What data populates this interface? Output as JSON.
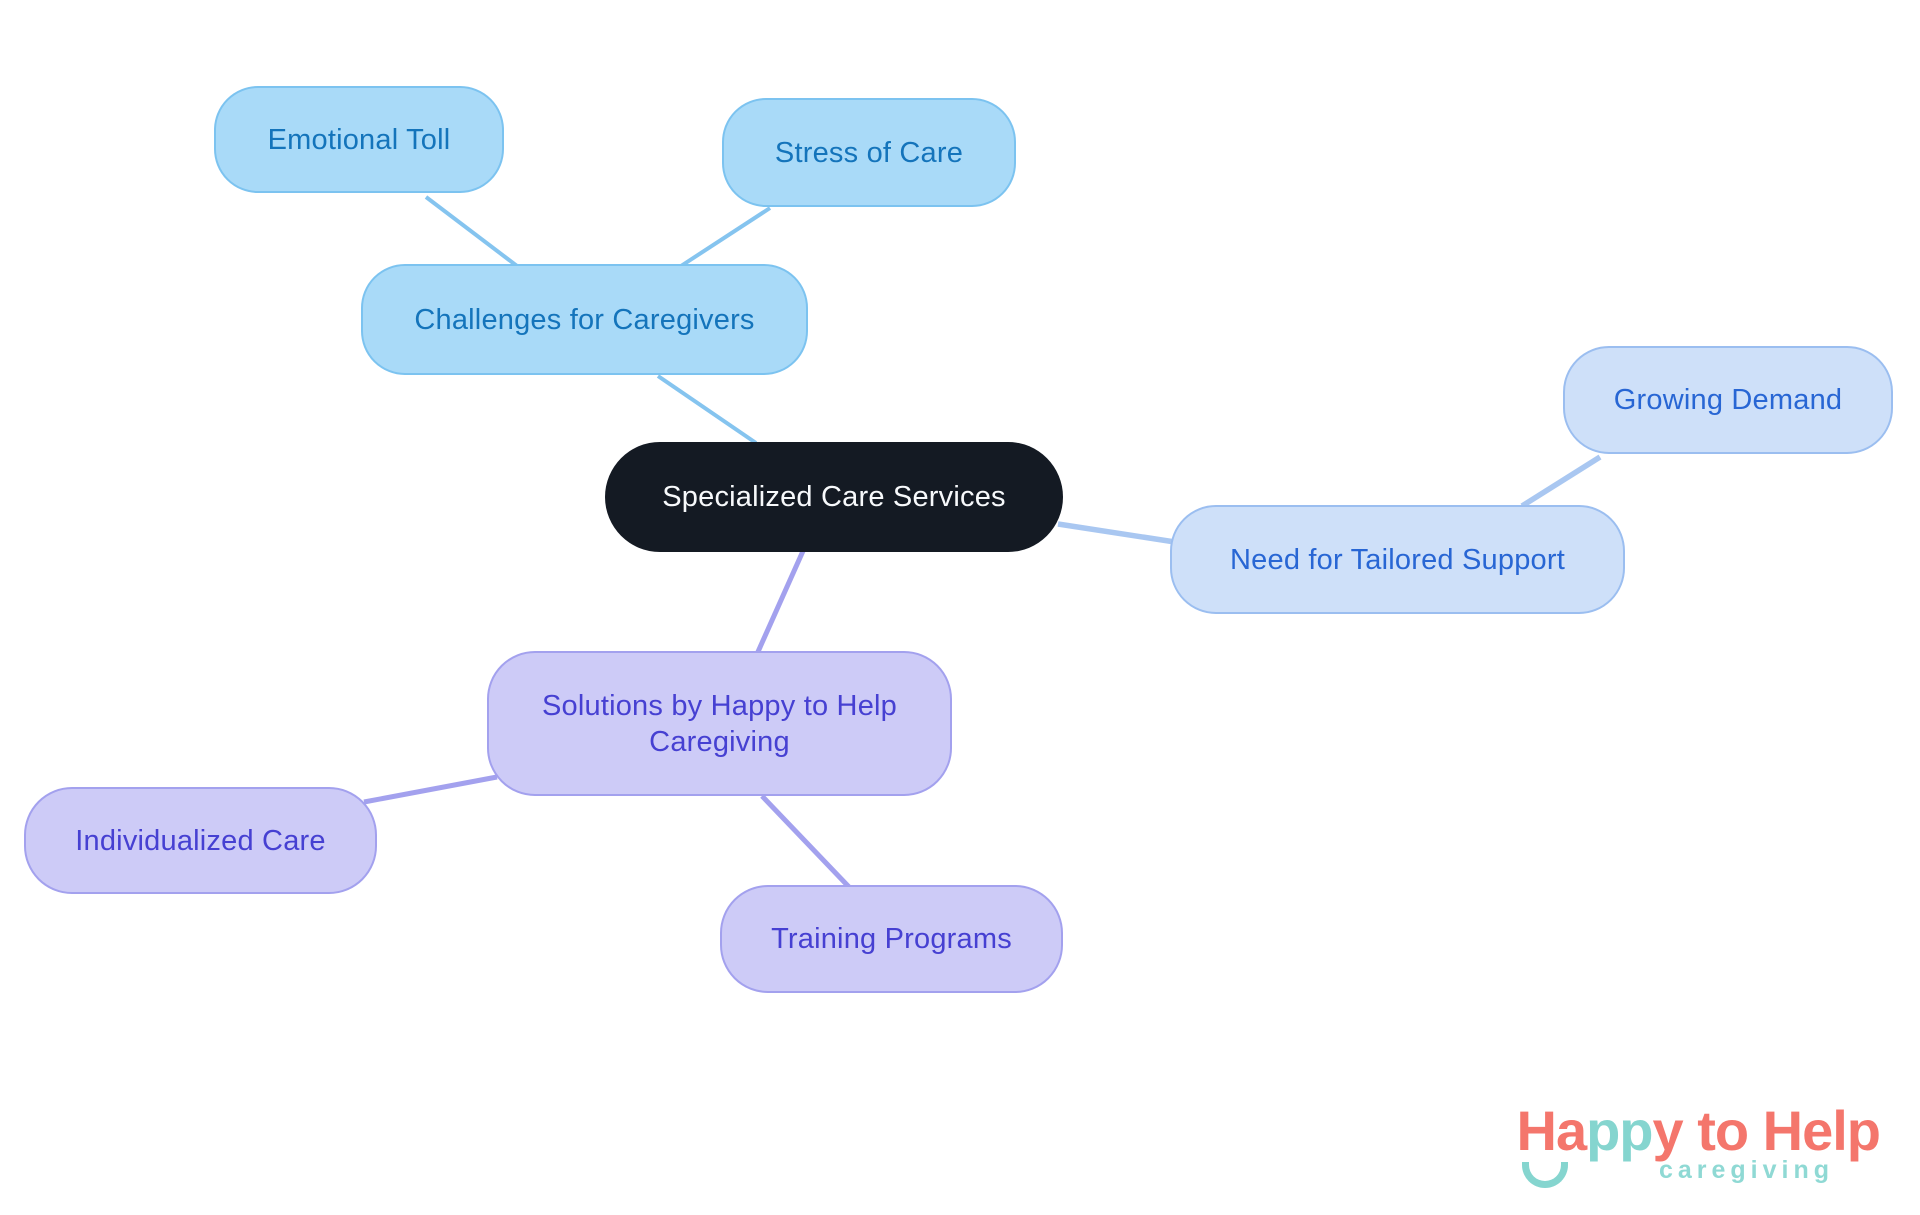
{
  "diagram": {
    "nodes": {
      "central": {
        "label": "Specialized Care Services"
      },
      "challenges": {
        "label": "Challenges for Caregivers"
      },
      "emotional_toll": {
        "label": "Emotional Toll"
      },
      "stress_of_care": {
        "label": "Stress of Care"
      },
      "need_tailored_support": {
        "label": "Need for Tailored Support"
      },
      "growing_demand": {
        "label": "Growing Demand"
      },
      "solutions": {
        "label": "Solutions by Happy to Help Caregiving"
      },
      "individualized_care": {
        "label": "Individualized Care"
      },
      "training_programs": {
        "label": "Training Programs"
      }
    },
    "edges": [
      {
        "from": "challenges",
        "to": "emotional_toll"
      },
      {
        "from": "challenges",
        "to": "stress_of_care"
      },
      {
        "from": "central",
        "to": "challenges"
      },
      {
        "from": "central",
        "to": "need_tailored_support"
      },
      {
        "from": "need_tailored_support",
        "to": "growing_demand"
      },
      {
        "from": "central",
        "to": "solutions"
      },
      {
        "from": "solutions",
        "to": "individualized_care"
      },
      {
        "from": "solutions",
        "to": "training_programs"
      }
    ]
  },
  "colors": {
    "sky_fill": "#A9DAF8",
    "sky_border": "#7CC3F0",
    "sky_text": "#1474BB",
    "sky_line": "#85C4EF",
    "periwinkle_fill": "#CEE0F9",
    "periwinkle_border": "#9BBEF0",
    "periwinkle_text": "#2866D4",
    "periwinkle_line": "#A9C7F1",
    "purple_fill": "#CDCBF7",
    "purple_border": "#A3A1EE",
    "purple_text": "#4640D2",
    "purple_line": "#A3A1EE",
    "central_fill": "#141A23",
    "central_text": "#F7F9FB",
    "logo_coral": "#F4766C",
    "logo_teal": "#85D5CF"
  },
  "logo": {
    "part_ha": "Ha",
    "part_pp": "pp",
    "part_y": "y",
    "part_rest": " to Help",
    "subtitle": "caregiving"
  }
}
